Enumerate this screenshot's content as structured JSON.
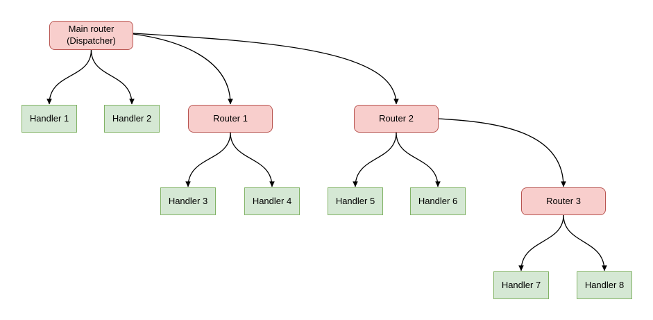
{
  "diagram": {
    "nodes": {
      "main_router": {
        "line1": "Main router",
        "line2": "(Dispatcher)",
        "type": "router"
      },
      "router_1": {
        "label": "Router 1",
        "type": "router"
      },
      "router_2": {
        "label": "Router 2",
        "type": "router"
      },
      "router_3": {
        "label": "Router 3",
        "type": "router"
      },
      "handler_1": {
        "label": "Handler 1",
        "type": "handler"
      },
      "handler_2": {
        "label": "Handler 2",
        "type": "handler"
      },
      "handler_3": {
        "label": "Handler 3",
        "type": "handler"
      },
      "handler_4": {
        "label": "Handler 4",
        "type": "handler"
      },
      "handler_5": {
        "label": "Handler 5",
        "type": "handler"
      },
      "handler_6": {
        "label": "Handler 6",
        "type": "handler"
      },
      "handler_7": {
        "label": "Handler 7",
        "type": "handler"
      },
      "handler_8": {
        "label": "Handler 8",
        "type": "handler"
      }
    },
    "edges": [
      {
        "from": "Main router (Dispatcher)",
        "to": "Handler 1"
      },
      {
        "from": "Main router (Dispatcher)",
        "to": "Handler 2"
      },
      {
        "from": "Main router (Dispatcher)",
        "to": "Router 1"
      },
      {
        "from": "Main router (Dispatcher)",
        "to": "Router 2"
      },
      {
        "from": "Router 1",
        "to": "Handler 3"
      },
      {
        "from": "Router 1",
        "to": "Handler 4"
      },
      {
        "from": "Router 2",
        "to": "Handler 5"
      },
      {
        "from": "Router 2",
        "to": "Handler 6"
      },
      {
        "from": "Router 2",
        "to": "Router 3"
      },
      {
        "from": "Router 3",
        "to": "Handler 7"
      },
      {
        "from": "Router 3",
        "to": "Handler 8"
      }
    ]
  },
  "colors": {
    "router_fill": "#f8cecc",
    "router_border": "#b85450",
    "handler_fill": "#d5e8d4",
    "handler_border": "#82b366",
    "edge": "#000000",
    "background": "#ffffff",
    "text": "#000000"
  }
}
